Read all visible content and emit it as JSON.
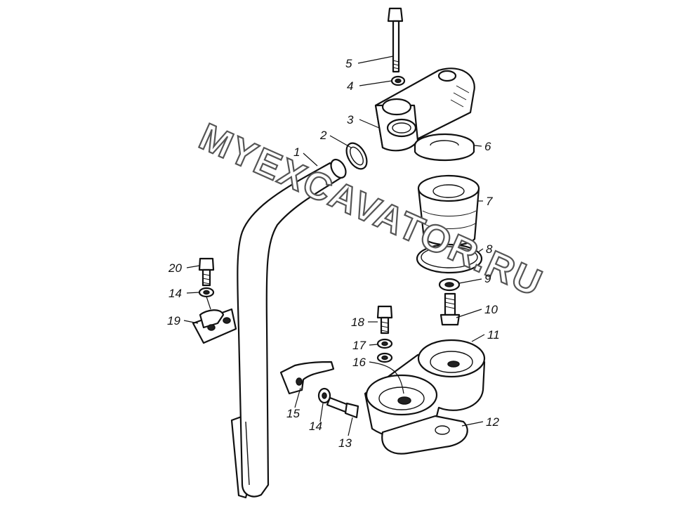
{
  "watermark": "MYEXCAVATOR.RU",
  "callouts": {
    "c1": "1",
    "c2": "2",
    "c3": "3",
    "c4": "4",
    "c5": "5",
    "c6": "6",
    "c7": "7",
    "c8": "8",
    "c9": "9",
    "c10": "10",
    "c11": "11",
    "c12": "12",
    "c13": "13",
    "c14a": "14",
    "c14b": "14",
    "c15": "15",
    "c16": "16",
    "c17": "17",
    "c18": "18",
    "c19": "19",
    "c20": "20"
  }
}
